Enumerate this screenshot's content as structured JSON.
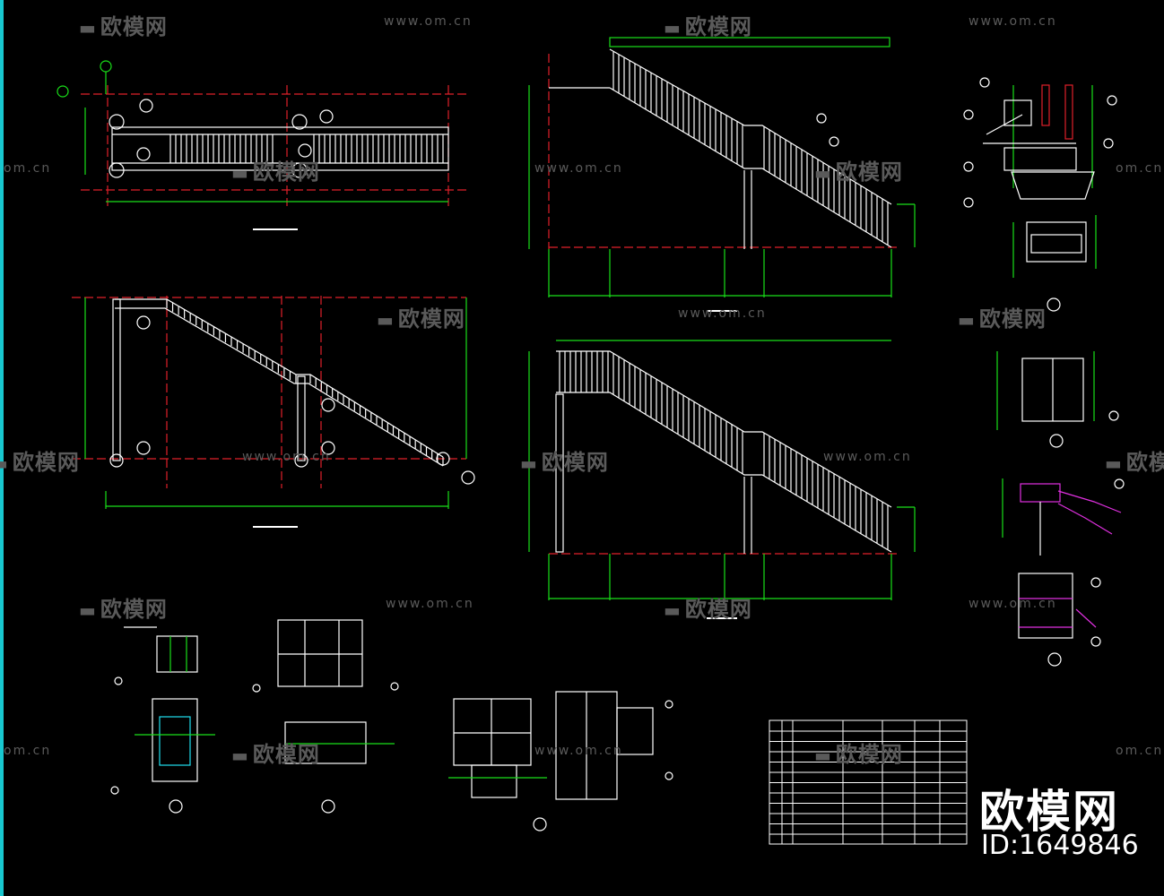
{
  "watermark": {
    "brand": "欧模网",
    "url": "www.om.cn",
    "url_partial": "om.cn"
  },
  "logo": {
    "brand": "欧模网",
    "id": "ID:1649846"
  },
  "colors": {
    "green": "#19e019",
    "white": "#ffffff",
    "red": "#e0202a",
    "cyan": "#20e0f0",
    "magenta": "#e030e0",
    "watermark": "#5a5a5a",
    "edge": "#18c8d0"
  }
}
